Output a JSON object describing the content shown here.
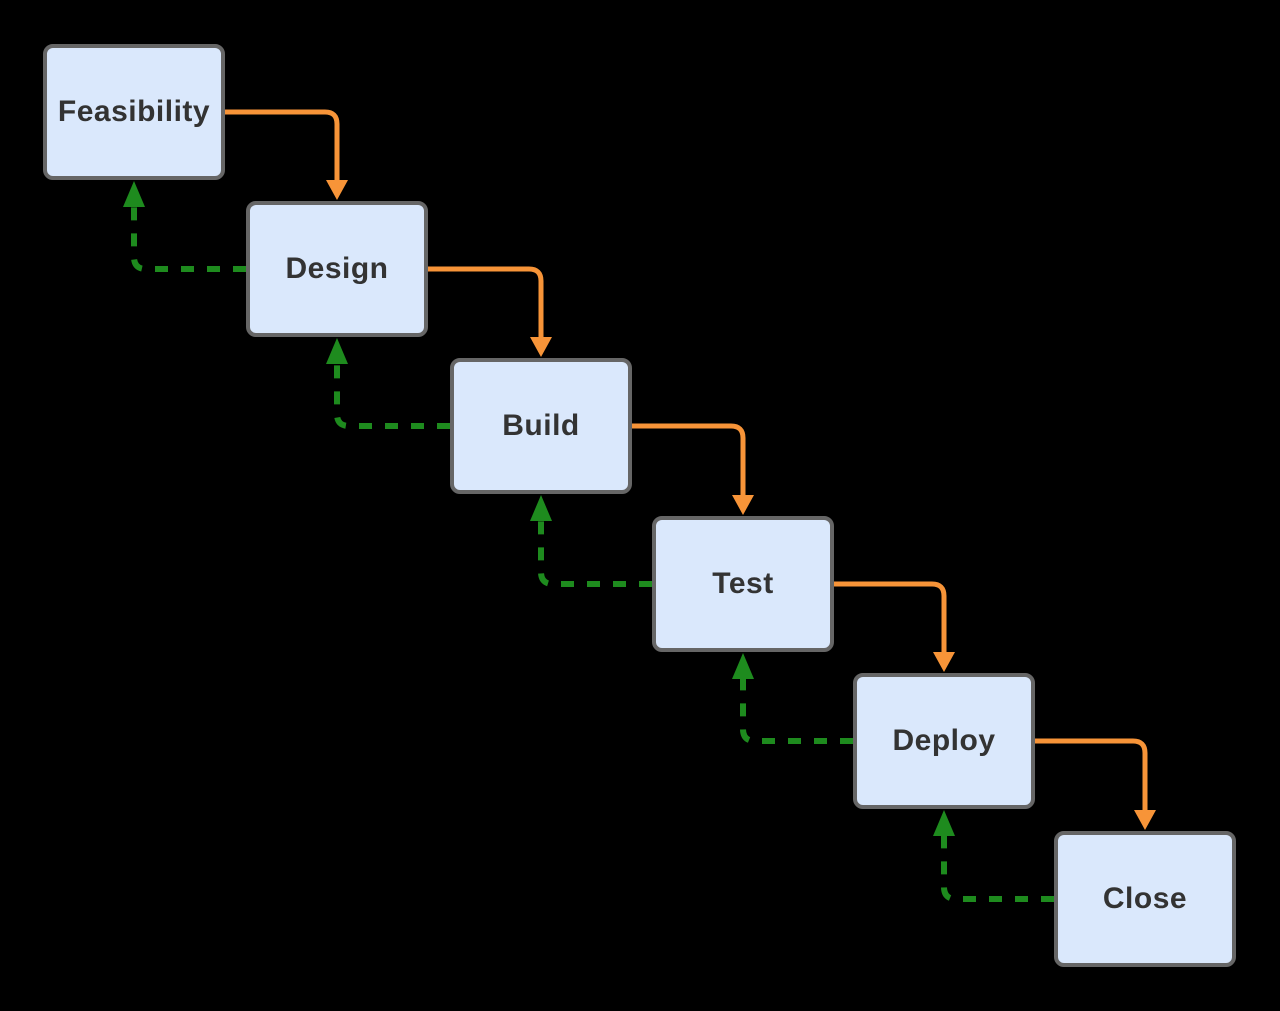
{
  "page": {
    "background": "#000000"
  },
  "diagram": {
    "type": "flowchart",
    "description": "Waterfall process flow with feedback loops",
    "nodes": [
      {
        "id": "feasibility",
        "label": "Feasibility"
      },
      {
        "id": "design",
        "label": "Design"
      },
      {
        "id": "build",
        "label": "Build"
      },
      {
        "id": "test",
        "label": "Test"
      },
      {
        "id": "deploy",
        "label": "Deploy"
      },
      {
        "id": "close",
        "label": "Close"
      }
    ],
    "edges": {
      "forward": [
        {
          "from": "feasibility",
          "to": "design"
        },
        {
          "from": "design",
          "to": "build"
        },
        {
          "from": "build",
          "to": "test"
        },
        {
          "from": "test",
          "to": "deploy"
        },
        {
          "from": "deploy",
          "to": "close"
        }
      ],
      "backward": [
        {
          "from": "design",
          "to": "feasibility"
        },
        {
          "from": "build",
          "to": "design"
        },
        {
          "from": "test",
          "to": "build"
        },
        {
          "from": "deploy",
          "to": "test"
        },
        {
          "from": "close",
          "to": "deploy"
        }
      ]
    },
    "edge_styles": {
      "forward": "solid",
      "backward": "dashed"
    },
    "colors": {
      "node_fill": "#DAE8FC",
      "node_border": "#666666",
      "node_label": "#333333",
      "forward_edge": "#F79438",
      "backward_edge": "#1E8B1E"
    }
  }
}
